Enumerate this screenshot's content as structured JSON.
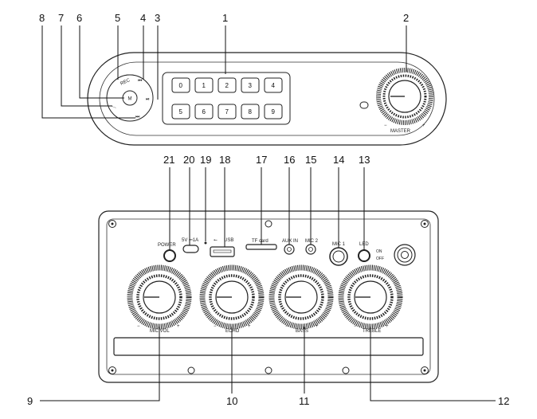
{
  "callouts": {
    "c1": "1",
    "c2": "2",
    "c3": "3",
    "c4": "4",
    "c5": "5",
    "c6": "6",
    "c7": "7",
    "c8": "8",
    "c9": "9",
    "c10": "10",
    "c11": "11",
    "c12": "12",
    "c13": "13",
    "c14": "14",
    "c15": "15",
    "c16": "16",
    "c17": "17",
    "c18": "18",
    "c19": "19",
    "c20": "20",
    "c21": "21"
  },
  "top_panel": {
    "keys_row1": [
      "0",
      "1",
      "2",
      "3",
      "4"
    ],
    "keys_row2": [
      "5",
      "6",
      "7",
      "8",
      "9"
    ],
    "rec_label": "REC",
    "m_label": "M",
    "master_label": "MASTER",
    "minus": "−",
    "plus": "+"
  },
  "rear_panel": {
    "power_label": "POWER",
    "typec_label": "5V ⎓1A",
    "usb_label": "USB",
    "tf_label": "TF card",
    "aux_label": "AUX IN",
    "mic2_label": "MIC 2",
    "mic1_label": "MIC 1",
    "led_label": "LED",
    "led_on": "ON",
    "led_off": "OFF",
    "knobs": [
      "MIC VOL",
      "ECHO",
      "BASS",
      "TREBLE"
    ],
    "minus": "−",
    "plus": "+"
  }
}
